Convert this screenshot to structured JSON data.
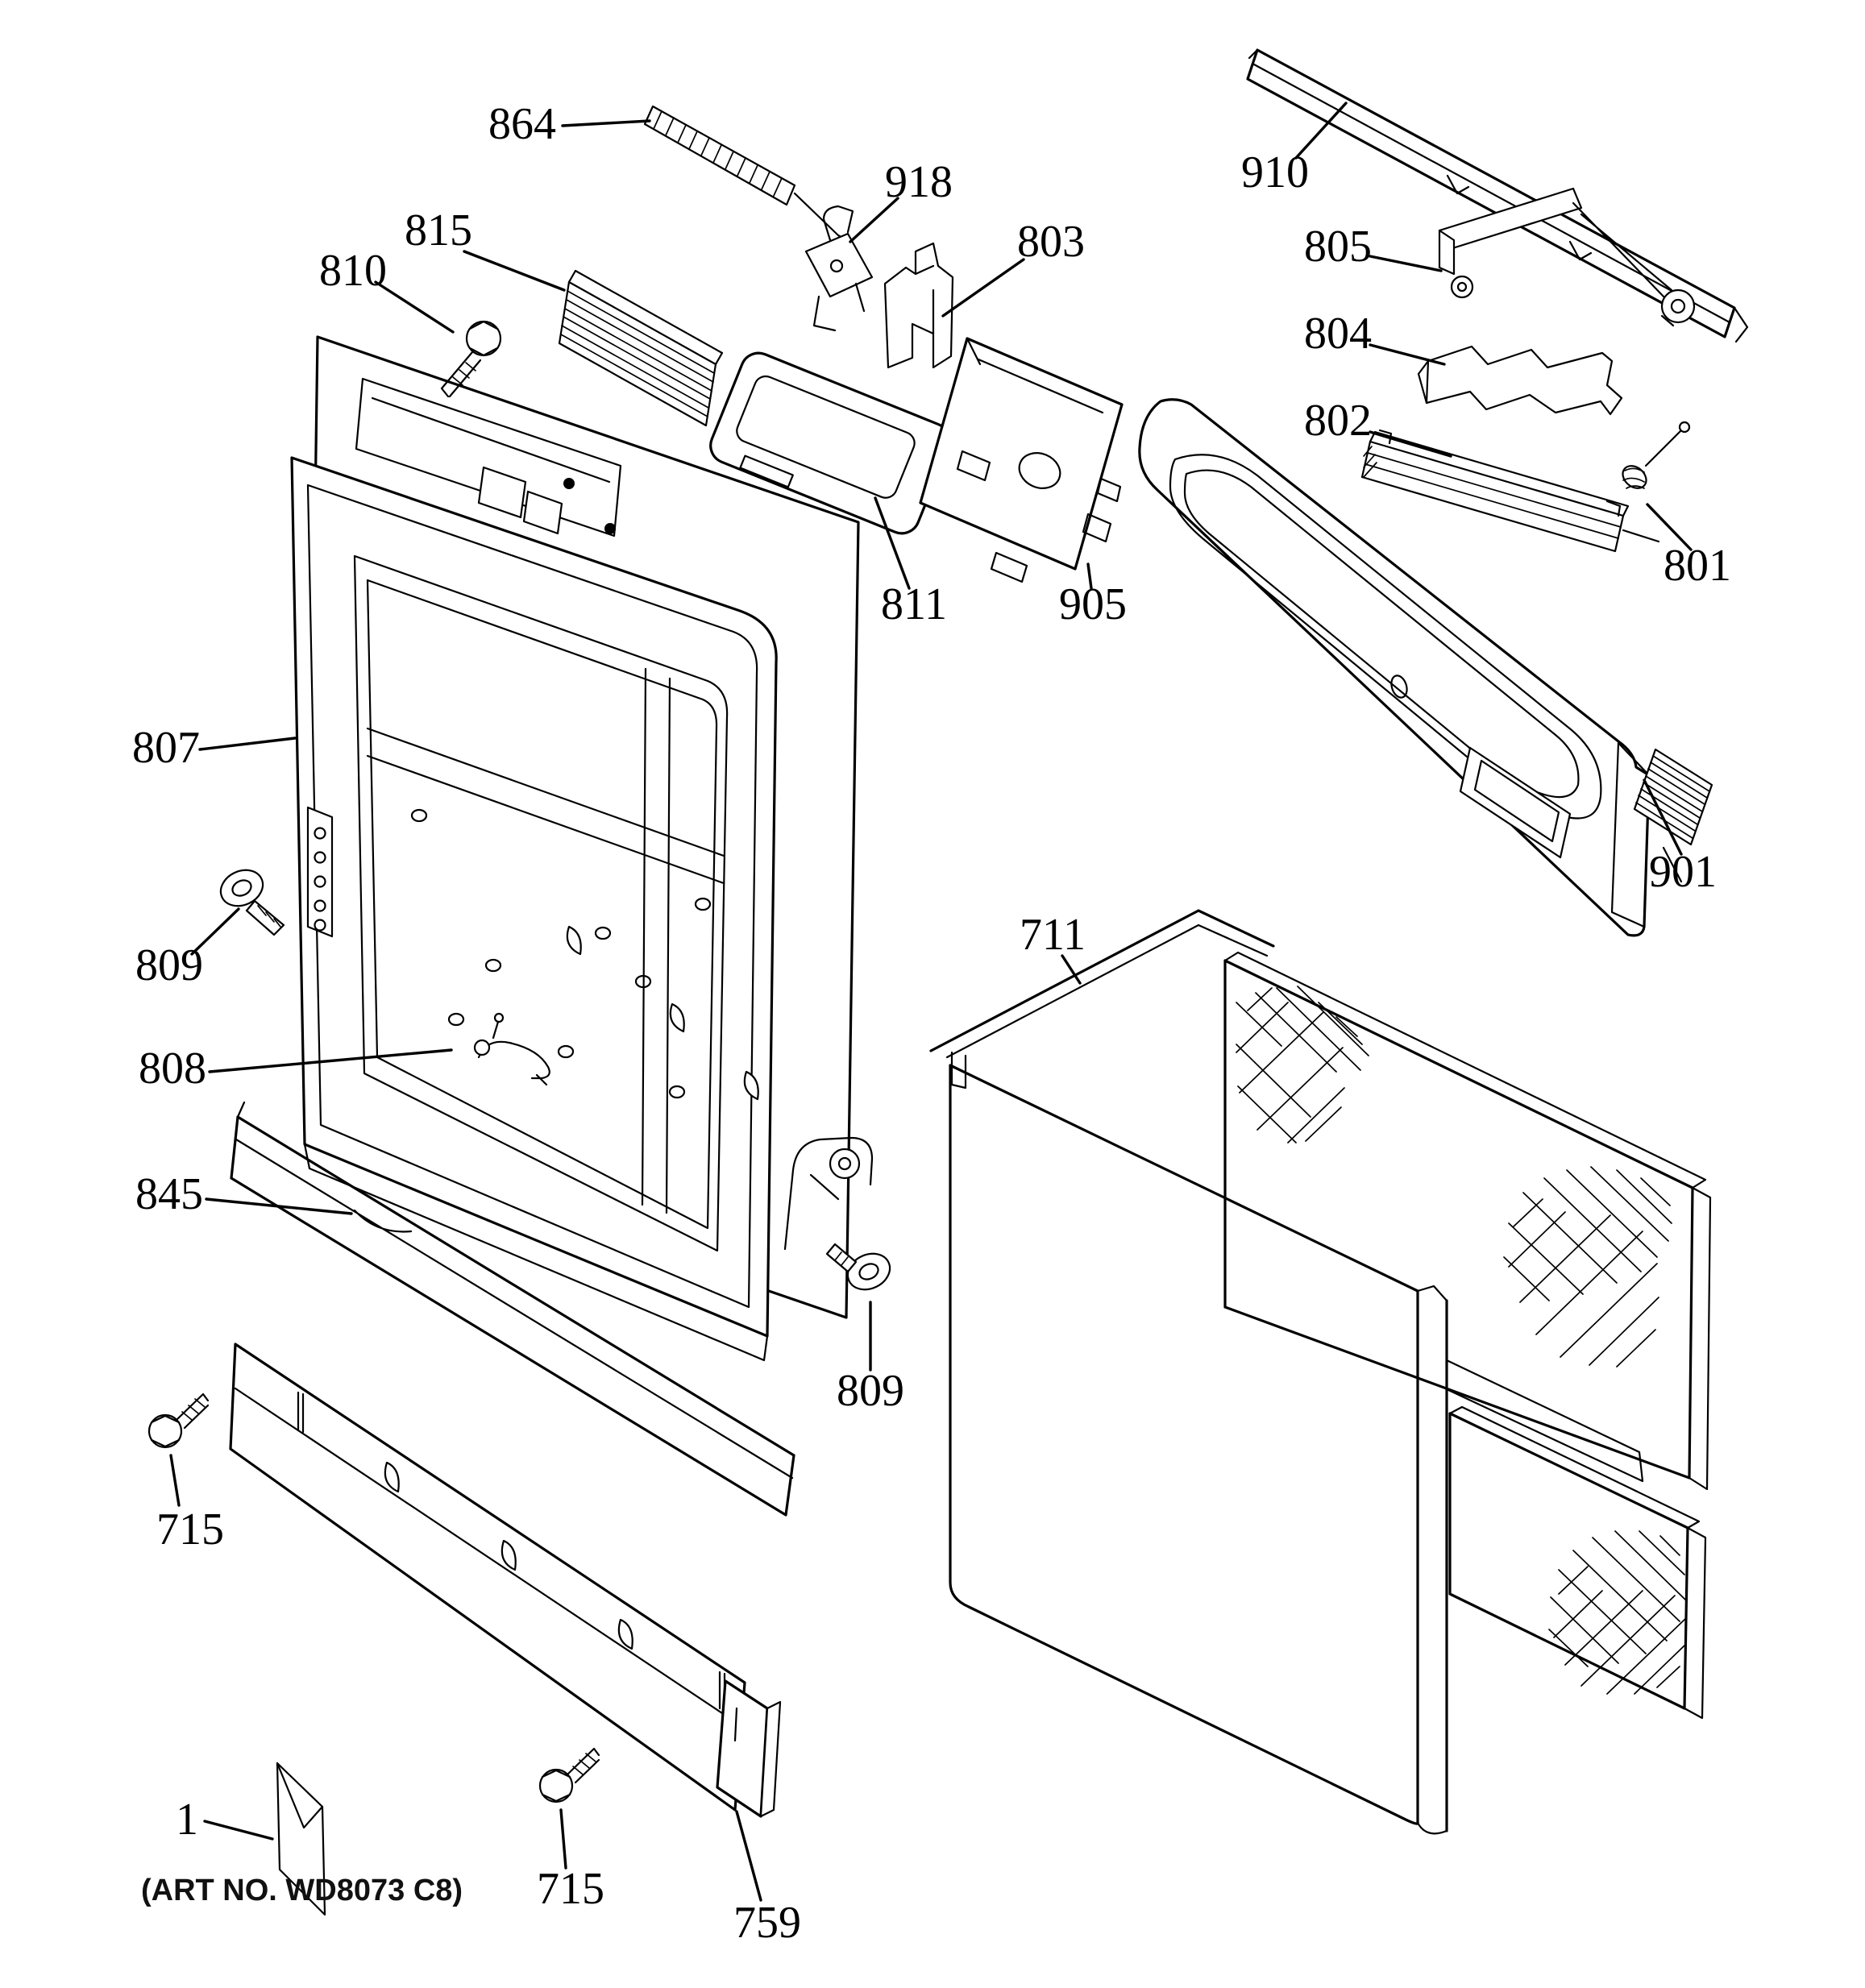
{
  "diagram": {
    "art_no": "(ART NO. WD8073 C8)",
    "paper_color": "#ffffff",
    "ink_color": "#000000",
    "callouts": {
      "c864": {
        "label": "864"
      },
      "c918": {
        "label": "918"
      },
      "c815": {
        "label": "815"
      },
      "c810": {
        "label": "810"
      },
      "c803": {
        "label": "803"
      },
      "c910": {
        "label": "910"
      },
      "c805": {
        "label": "805"
      },
      "c804": {
        "label": "804"
      },
      "c802": {
        "label": "802"
      },
      "c801": {
        "label": "801"
      },
      "c901": {
        "label": "901"
      },
      "c807": {
        "label": "807"
      },
      "c811": {
        "label": "811"
      },
      "c905": {
        "label": "905"
      },
      "c809_left": {
        "label": "809"
      },
      "c809_right": {
        "label": "809"
      },
      "c808": {
        "label": "808"
      },
      "c845": {
        "label": "845"
      },
      "c711": {
        "label": "711"
      },
      "c715_left": {
        "label": "715"
      },
      "c715_middle": {
        "label": "715"
      },
      "c1": {
        "label": "1"
      },
      "c759": {
        "label": "759"
      }
    }
  }
}
